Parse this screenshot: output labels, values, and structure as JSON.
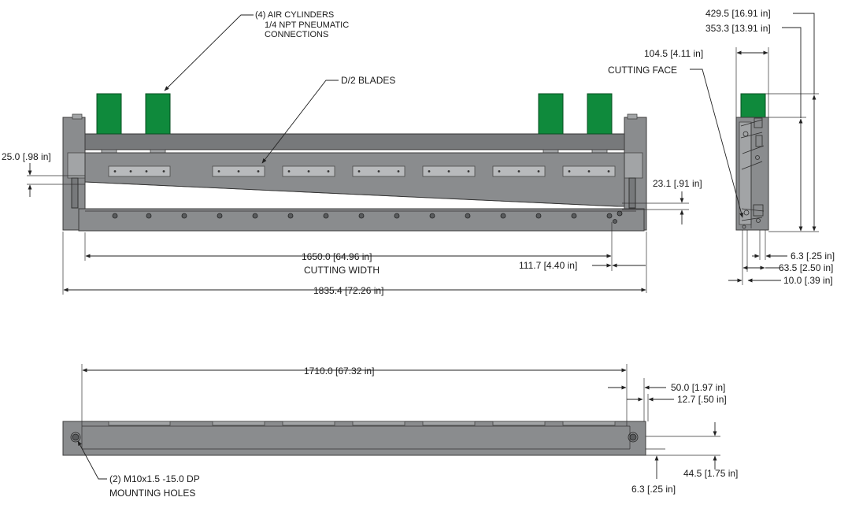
{
  "annotations": {
    "air_cylinders": [
      "(4) AIR CYLINDERS",
      "1/4 NPT PNEUMATIC",
      "CONNECTIONS"
    ],
    "blades": "D/2 BLADES",
    "cutting_face": "CUTTING FACE",
    "cutting_width": "CUTTING WIDTH",
    "mounting_holes": [
      "(2) M10x1.5 -15.0 DP",
      "MOUNTING HOLES"
    ]
  },
  "dimensions": {
    "d_25_0": "25.0 [.98 in]",
    "d_23_1": "23.1 [.91 in]",
    "d_1650_0": "1650.0 [64.96 in]",
    "d_111_7": "111.7 [4.40 in]",
    "d_1835_4": "1835.4 [72.26 in]",
    "d_429_5": "429.5 [16.91 in]",
    "d_353_3": "353.3 [13.91 in]",
    "d_104_5": "104.5 [4.11 in]",
    "d_6_3_side": "6.3 [.25 in]",
    "d_63_5": "63.5 [2.50 in]",
    "d_10_0": "10.0 [.39 in]",
    "d_1710_0": "1710.0 [67.32 in]",
    "d_50_0": "50.0 [1.97 in]",
    "d_12_7": "12.7 [.50 in]",
    "d_44_5": "44.5 [1.75 in]",
    "d_6_3_bottom": "6.3 [.25 in]"
  },
  "colors": {
    "cylinder": "#0f8a3c",
    "steel": "#8a8c8e",
    "outline": "#3c3c3c"
  }
}
